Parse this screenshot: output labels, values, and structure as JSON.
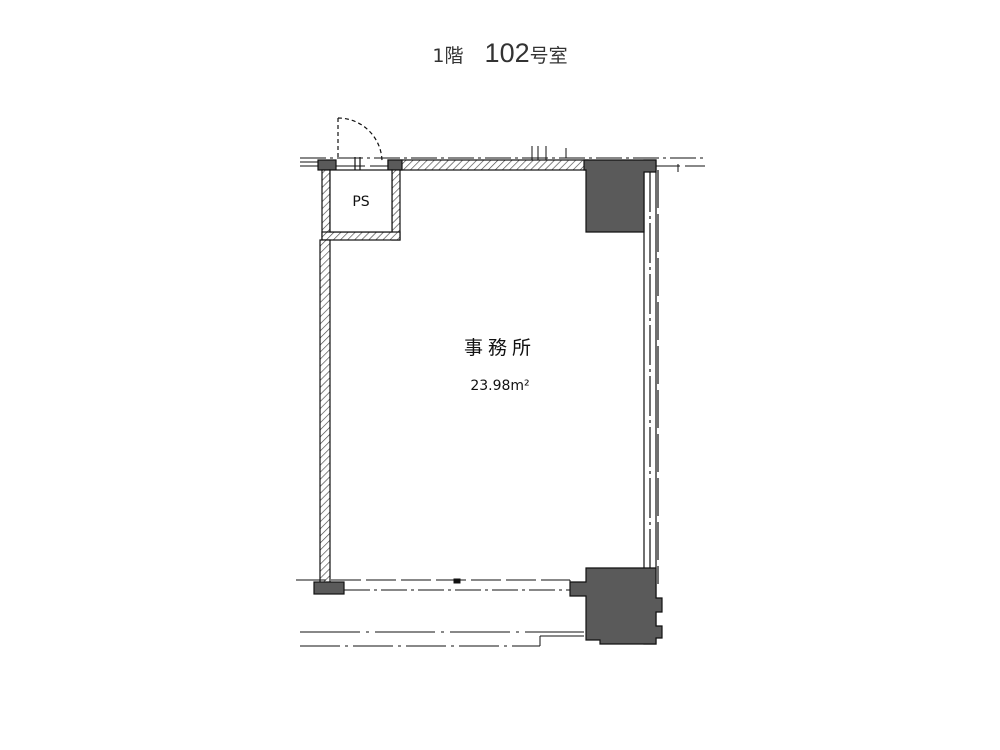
{
  "header": {
    "floor": "1階",
    "room_number": "102",
    "room_suffix": "号室"
  },
  "plan": {
    "ps_label": "PS",
    "room_name": "事務所",
    "area": "23.98m²"
  },
  "colors": {
    "wall_fill": "#5a5a5a",
    "line": "#111111",
    "hatch": "#555555"
  }
}
